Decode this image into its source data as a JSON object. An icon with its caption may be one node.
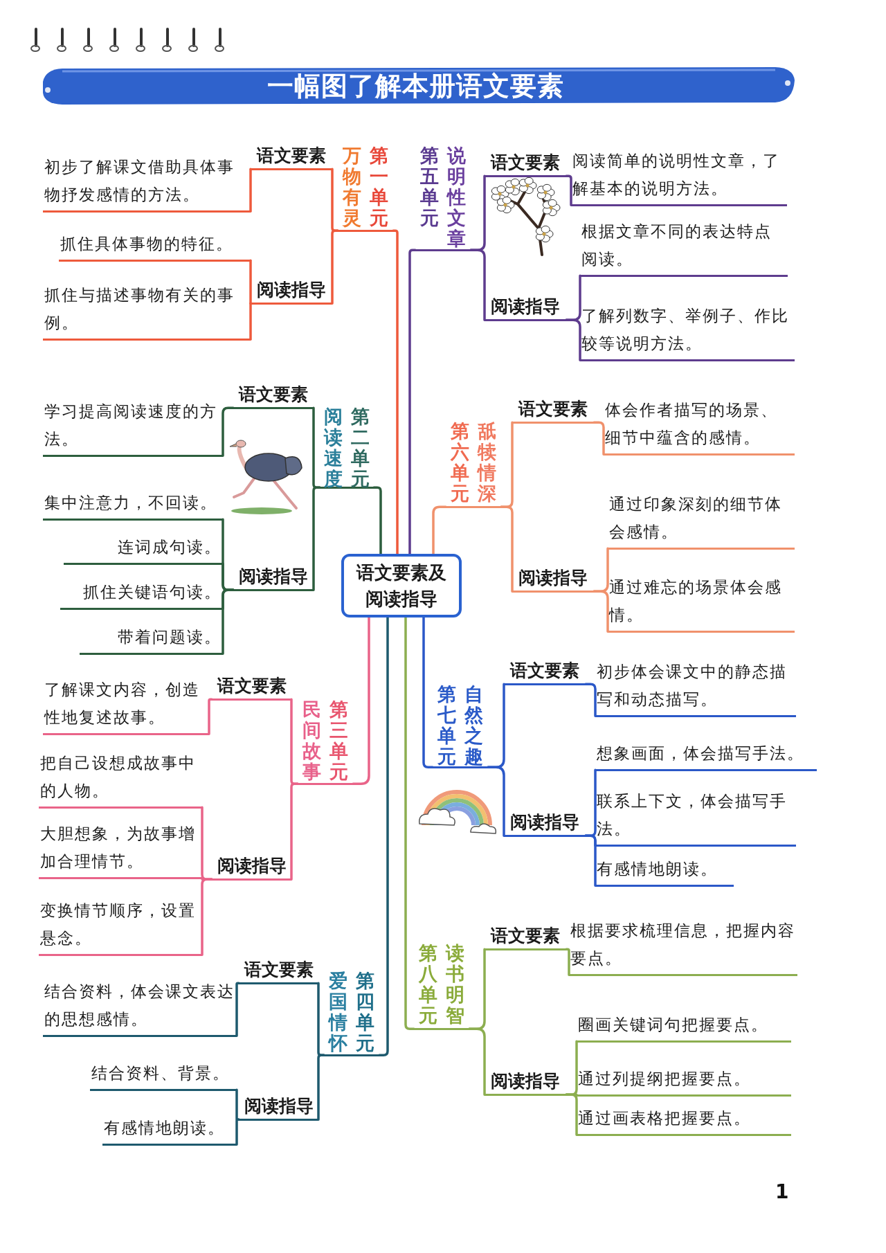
{
  "diagram": {
    "title": "一幅图了解本册语文要素",
    "nodes": [
      {
        "text": [
          "语文要素及阅读指导"
        ]
      },
      {
        "text": [
          "万物有灵",
          "第一单元"
        ]
      },
      {
        "text": [
          "语文要素"
        ]
      },
      {
        "text": [
          "初步了解课文借助具体事物抒发感情的方法。"
        ]
      },
      {
        "text": [
          "阅读指导"
        ]
      },
      {
        "text": [
          "抓住具体事物的特征。"
        ]
      },
      {
        "text": [
          "抓住与描述事物有关的事例。"
        ]
      },
      {
        "text": [
          "阅读速度",
          "第二单元"
        ]
      },
      {
        "text": [
          "语文要素"
        ]
      },
      {
        "text": [
          "学习提高阅读速度的方法。"
        ]
      },
      {
        "text": [
          "阅读指导"
        ]
      },
      {
        "text": [
          "集中注意力，不回读。"
        ]
      },
      {
        "text": [
          "连词成句读。"
        ]
      },
      {
        "text": [
          "抓住关键语句读。"
        ]
      },
      {
        "text": [
          "带着问题读。"
        ]
      },
      {
        "text": [
          "民间故事",
          "第三单元"
        ]
      },
      {
        "text": [
          "语文要素"
        ]
      },
      {
        "text": [
          "了解课文内容，创造性地复述故事。"
        ]
      },
      {
        "text": [
          "阅读指导"
        ]
      },
      {
        "text": [
          "把自己设想成故事中的人物。"
        ]
      },
      {
        "text": [
          "大胆想象，为故事增加合理情节。"
        ]
      },
      {
        "text": [
          "变换情节顺序，设置悬念。"
        ]
      },
      {
        "text": [
          "爱国情怀",
          "第四单元"
        ]
      },
      {
        "text": [
          "语文要素"
        ]
      },
      {
        "text": [
          "结合资料，体会课文表达的思想感情。"
        ]
      },
      {
        "text": [
          "阅读指导"
        ]
      },
      {
        "text": [
          "结合资料、背景。"
        ]
      },
      {
        "text": [
          "有感情地朗读。"
        ]
      },
      {
        "text": [
          "第五单元",
          "说明性文章"
        ]
      },
      {
        "text": [
          "语文要素"
        ]
      },
      {
        "text": [
          "阅读简单的说明性文章，了解基本的说明方法。"
        ]
      },
      {
        "text": [
          "阅读指导"
        ]
      },
      {
        "text": [
          "根据文章不同的表达特点阅读。"
        ]
      },
      {
        "text": [
          "了解列数字、举例子、作比较等说明方法。"
        ]
      },
      {
        "text": [
          "第六单元",
          "舐犊情深"
        ]
      },
      {
        "text": [
          "语文要素"
        ]
      },
      {
        "text": [
          "体会作者描写的场景、细节中蕴含的感情。"
        ]
      },
      {
        "text": [
          "阅读指导"
        ]
      },
      {
        "text": [
          "通过印象深刻的细节体会感情。"
        ]
      },
      {
        "text": [
          "通过难忘的场景体会感情。"
        ]
      },
      {
        "text": [
          "第七单元",
          "自然之趣"
        ]
      },
      {
        "text": [
          "语文要素"
        ]
      },
      {
        "text": [
          "初步体会课文中的静态描写和动态描写。"
        ]
      },
      {
        "text": [
          "阅读指导"
        ]
      },
      {
        "text": [
          "想象画面，体会描写手法。"
        ]
      },
      {
        "text": [
          "联系上下文，体会描写手法。"
        ]
      },
      {
        "text": [
          "有感情地朗读。"
        ]
      },
      {
        "text": [
          "第八单元",
          "读书明智"
        ]
      },
      {
        "text": [
          "语文要素"
        ]
      },
      {
        "text": [
          "根据要求梳理信息，把握内容要点。"
        ]
      },
      {
        "text": [
          "阅读指导"
        ]
      },
      {
        "text": [
          "圈画关键词句把握要点。"
        ]
      },
      {
        "text": [
          "通过列提纲把握要点。"
        ]
      },
      {
        "text": [
          "通过画表格把握要点。"
        ]
      }
    ],
    "edges": [
      {
        "from": 0,
        "to": 1,
        "arrow": "none",
        "color": "#ee5a3c"
      },
      {
        "from": 1,
        "to": 2,
        "arrow": "none",
        "color": "#ee5a3c"
      },
      {
        "from": 1,
        "to": 4,
        "arrow": "none",
        "color": "#ee5a3c"
      },
      {
        "from": 2,
        "to": 3,
        "arrow": "none",
        "color": "#ee5a3c"
      },
      {
        "from": 4,
        "to": 5,
        "arrow": "none",
        "color": "#ee5a3c"
      },
      {
        "from": 4,
        "to": 6,
        "arrow": "none",
        "color": "#ee5a3c"
      },
      {
        "from": 0,
        "to": 7,
        "arrow": "none",
        "color": "#2d5e3e"
      },
      {
        "from": 7,
        "to": 8,
        "arrow": "none",
        "color": "#2d5e3e"
      },
      {
        "from": 7,
        "to": 10,
        "arrow": "none",
        "color": "#2d5e3e"
      },
      {
        "from": 8,
        "to": 9,
        "arrow": "none",
        "color": "#2d5e3e"
      },
      {
        "from": 10,
        "to": 11,
        "arrow": "none",
        "color": "#2d5e3e"
      },
      {
        "from": 10,
        "to": 12,
        "arrow": "none",
        "color": "#2d5e3e"
      },
      {
        "from": 10,
        "to": 13,
        "arrow": "none",
        "color": "#2d5e3e"
      },
      {
        "from": 10,
        "to": 14,
        "arrow": "none",
        "color": "#2d5e3e"
      },
      {
        "from": 0,
        "to": 15,
        "arrow": "none",
        "color": "#e96489"
      },
      {
        "from": 15,
        "to": 16,
        "arrow": "none",
        "color": "#e96489"
      },
      {
        "from": 15,
        "to": 18,
        "arrow": "none",
        "color": "#e96489"
      },
      {
        "from": 16,
        "to": 17,
        "arrow": "none",
        "color": "#e96489"
      },
      {
        "from": 18,
        "to": 19,
        "arrow": "none",
        "color": "#e96489"
      },
      {
        "from": 18,
        "to": 20,
        "arrow": "none",
        "color": "#e96489"
      },
      {
        "from": 18,
        "to": 21,
        "arrow": "none",
        "color": "#e96489"
      },
      {
        "from": 0,
        "to": 22,
        "arrow": "none",
        "color": "#1e5a6e"
      },
      {
        "from": 22,
        "to": 23,
        "arrow": "none",
        "color": "#1e5a6e"
      },
      {
        "from": 22,
        "to": 25,
        "arrow": "none",
        "color": "#1e5a6e"
      },
      {
        "from": 23,
        "to": 24,
        "arrow": "none",
        "color": "#1e5a6e"
      },
      {
        "from": 25,
        "to": 26,
        "arrow": "none",
        "color": "#1e5a6e"
      },
      {
        "from": 25,
        "to": 27,
        "arrow": "none",
        "color": "#1e5a6e"
      },
      {
        "from": 0,
        "to": 28,
        "arrow": "none",
        "color": "#5e3c8e"
      },
      {
        "from": 28,
        "to": 29,
        "arrow": "none",
        "color": "#5e3c8e"
      },
      {
        "from": 28,
        "to": 31,
        "arrow": "none",
        "color": "#5e3c8e"
      },
      {
        "from": 29,
        "to": 30,
        "arrow": "none",
        "color": "#5e3c8e"
      },
      {
        "from": 31,
        "to": 32,
        "arrow": "none",
        "color": "#5e3c8e"
      },
      {
        "from": 31,
        "to": 33,
        "arrow": "none",
        "color": "#5e3c8e"
      },
      {
        "from": 0,
        "to": 34,
        "arrow": "none",
        "color": "#f0916c"
      },
      {
        "from": 34,
        "to": 35,
        "arrow": "none",
        "color": "#f0916c"
      },
      {
        "from": 34,
        "to": 37,
        "arrow": "none",
        "color": "#f0916c"
      },
      {
        "from": 35,
        "to": 36,
        "arrow": "none",
        "color": "#f0916c"
      },
      {
        "from": 37,
        "to": 38,
        "arrow": "none",
        "color": "#f0916c"
      },
      {
        "from": 37,
        "to": 39,
        "arrow": "none",
        "color": "#f0916c"
      },
      {
        "from": 0,
        "to": 40,
        "arrow": "none",
        "color": "#2b58c8"
      },
      {
        "from": 40,
        "to": 41,
        "arrow": "none",
        "color": "#2b58c8"
      },
      {
        "from": 40,
        "to": 43,
        "arrow": "none",
        "color": "#2b58c8"
      },
      {
        "from": 41,
        "to": 42,
        "arrow": "none",
        "color": "#2b58c8"
      },
      {
        "from": 43,
        "to": 44,
        "arrow": "none",
        "color": "#2b58c8"
      },
      {
        "from": 43,
        "to": 45,
        "arrow": "none",
        "color": "#2b58c8"
      },
      {
        "from": 43,
        "to": 46,
        "arrow": "none",
        "color": "#2b58c8"
      },
      {
        "from": 0,
        "to": 47,
        "arrow": "none",
        "color": "#8cae50"
      },
      {
        "from": 47,
        "to": 48,
        "arrow": "none",
        "color": "#8cae50"
      },
      {
        "from": 47,
        "to": 50,
        "arrow": "none",
        "color": "#8cae50"
      },
      {
        "from": 48,
        "to": 49,
        "arrow": "none",
        "color": "#8cae50"
      },
      {
        "from": 50,
        "to": 51,
        "arrow": "none",
        "color": "#8cae50"
      },
      {
        "from": 50,
        "to": 52,
        "arrow": "none",
        "color": "#8cae50"
      },
      {
        "from": 50,
        "to": 53,
        "arrow": "none",
        "color": "#8cae50"
      }
    ],
    "labels": [
      "1"
    ]
  }
}
